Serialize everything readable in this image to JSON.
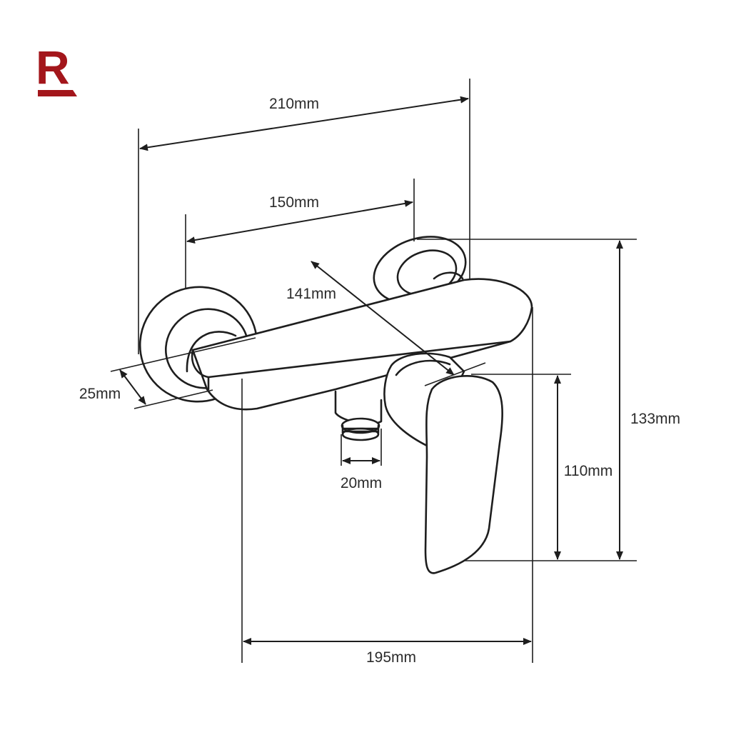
{
  "brand": {
    "logo_letter": "R",
    "logo_color": "#a3161b"
  },
  "dimensions": {
    "overall_width": "210mm",
    "inlet_spacing": "150mm",
    "body_diagonal": "141mm",
    "wall_depth": "25mm",
    "outlet_diameter": "20mm",
    "lever_height": "110mm",
    "overall_height": "133mm",
    "projection": "195mm"
  },
  "colors": {
    "line": "#1e1e1e",
    "text": "#2b2b2b",
    "background": "#ffffff"
  }
}
